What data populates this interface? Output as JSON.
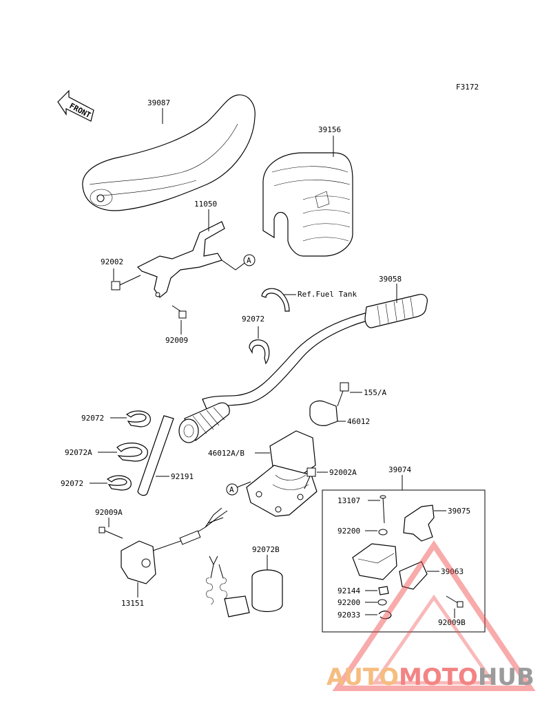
{
  "figure_code": "F3172",
  "front_label": "FRONT",
  "ref_note": "Ref.Fuel Tank",
  "ref_marker": "A",
  "parts": {
    "p39087": "39087",
    "p39156": "39156",
    "p11050": "11050",
    "p92002": "92002",
    "p92009": "92009",
    "p92072_top": "92072",
    "p39058": "39058",
    "p155A": "155/A",
    "p46012": "46012",
    "p92072_a": "92072",
    "p92072A": "92072A",
    "p92072_b": "92072",
    "p92191": "92191",
    "p46012AB": "46012A/B",
    "p92002A": "92002A",
    "p39074": "39074",
    "p92009A": "92009A",
    "p13151": "13151",
    "p92072B": "92072B",
    "p13107": "13107",
    "p39075": "39075",
    "p92200_a": "92200",
    "p39063": "39063",
    "p92144": "92144",
    "p92200_b": "92200",
    "p92033": "92033",
    "p92009B": "92009B"
  },
  "watermark": {
    "part1": "AUTO",
    "part2": "MOTO",
    "part3": "HUB",
    "color1": "#f5b26b",
    "color2": "#f26f6f",
    "color3": "#8a8a8a",
    "triangle_color": "#f04a4a"
  }
}
